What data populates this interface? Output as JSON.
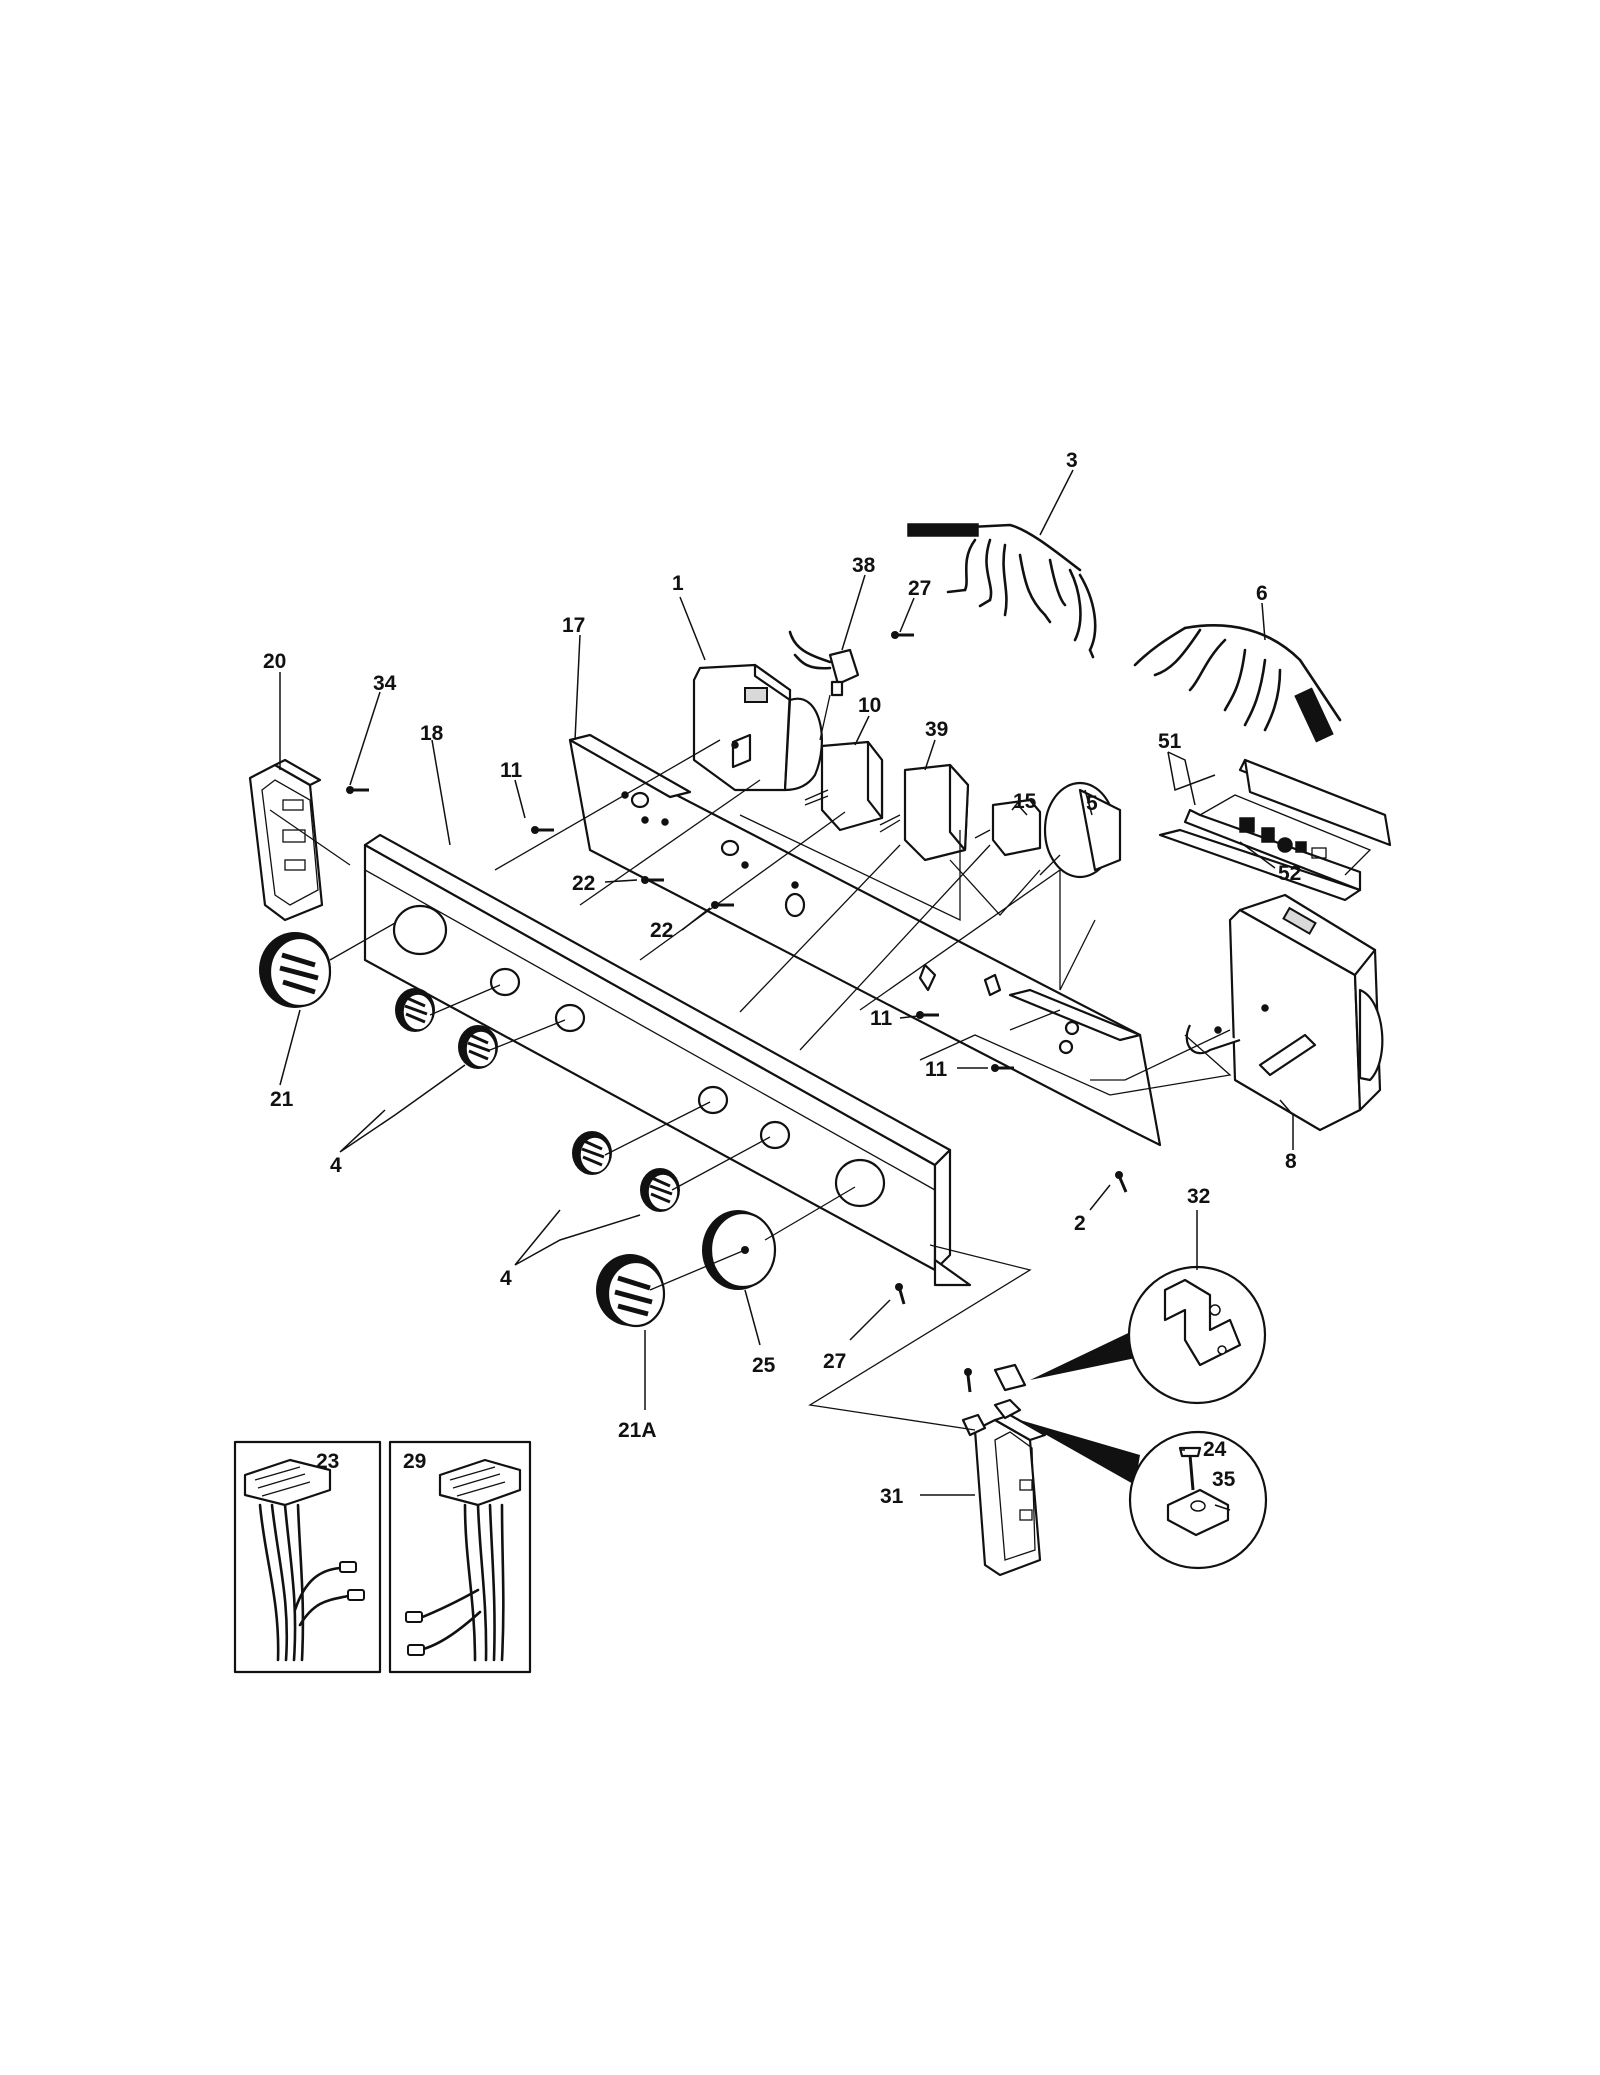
{
  "part_labels": {
    "p1": "1",
    "p2": "2",
    "p3": "3",
    "p4a": "4",
    "p4b": "4",
    "p5": "5",
    "p6": "6",
    "p8": "8",
    "p10": "10",
    "p11a": "11",
    "p11b": "11",
    "p11c": "11",
    "p15": "15",
    "p17": "17",
    "p18": "18",
    "p20": "20",
    "p21": "21",
    "p21a": "21A",
    "p22a": "22",
    "p22b": "22",
    "p23": "23",
    "p24": "24",
    "p25": "25",
    "p27a": "27",
    "p27b": "27",
    "p29": "29",
    "p31": "31",
    "p32": "32",
    "p34": "34",
    "p35": "35",
    "p38": "38",
    "p39": "39",
    "p51": "51",
    "p52": "52"
  }
}
